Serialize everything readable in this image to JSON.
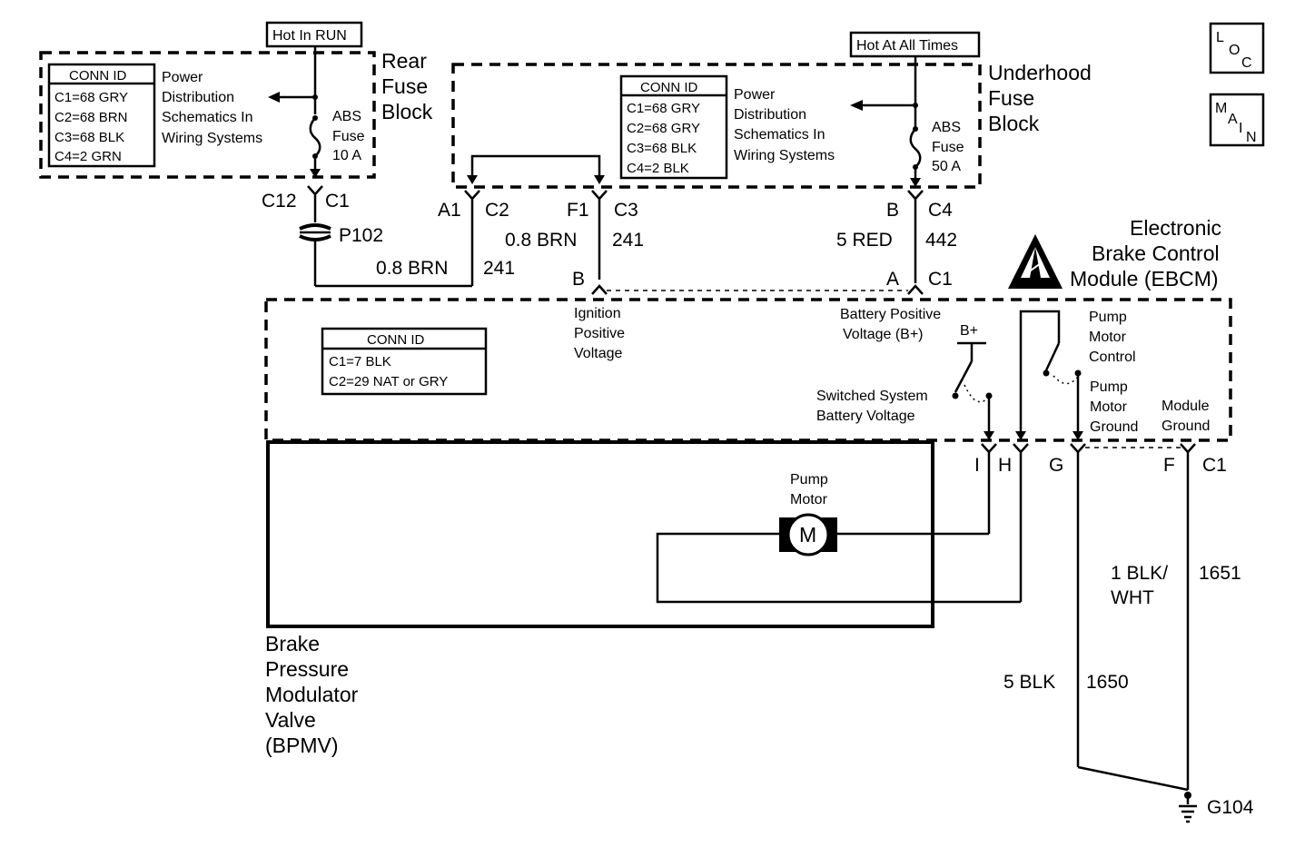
{
  "rear_fuse_block": {
    "hot_label": "Hot In RUN",
    "title_lines": [
      "Rear",
      "Fuse",
      "Block"
    ],
    "conn_id": {
      "title": "CONN ID",
      "rows": [
        "C1=68 GRY",
        "C2=68 BRN",
        "C3=68 BLK",
        "C4=2 GRN"
      ]
    },
    "ref_lines": [
      "Power",
      "Distribution",
      "Schematics In",
      "Wiring Systems"
    ],
    "fuse_lines": [
      "ABS",
      "Fuse",
      "10 A"
    ],
    "connector": {
      "left": "C12",
      "right": "C1"
    },
    "splice": "P102"
  },
  "underhood_fuse_block": {
    "hot_label": "Hot At All Times",
    "title_lines": [
      "Underhood",
      "Fuse",
      "Block"
    ],
    "conn_id": {
      "title": "CONN ID",
      "rows": [
        "C1=68 GRY",
        "C2=68 GRY",
        "C3=68 BLK",
        "C4=2 BLK"
      ]
    },
    "ref_lines": [
      "Power",
      "Distribution",
      "Schematics In",
      "Wiring Systems"
    ],
    "fuse_lines": [
      "ABS",
      "Fuse",
      "50 A"
    ],
    "pins": {
      "a1": "A1",
      "c2": "C2",
      "f1": "F1",
      "c3": "C3",
      "b": "B",
      "c4": "C4"
    }
  },
  "wires": {
    "w241_lower": {
      "size_color": "0.8 BRN",
      "circuit": "241"
    },
    "w241_upper": {
      "size_color": "0.8 BRN",
      "circuit": "241"
    },
    "w442": {
      "size_color": "5 RED",
      "circuit": "442"
    },
    "w1651": {
      "size_color_lines": [
        "1 BLK/",
        "WHT"
      ],
      "circuit": "1651"
    },
    "w1650": {
      "size_color": "5 BLK",
      "circuit": "1650"
    }
  },
  "ebcm": {
    "title_lines": [
      "Electronic",
      "Brake Control",
      "Module (EBCM)"
    ],
    "conn_id": {
      "title": "CONN ID",
      "rows": [
        "C1=7 BLK",
        "C2=29 NAT or GRY"
      ]
    },
    "pin_b": "B",
    "pin_a": "A",
    "pin_a_conn": "C1",
    "ignition_lines": [
      "Ignition",
      "Positive",
      "Voltage"
    ],
    "battery_lines": [
      "Battery Positive",
      "Voltage (B+)"
    ],
    "bplus": "B+",
    "switched_lines": [
      "Switched System",
      "Battery Voltage"
    ],
    "pump_control_lines": [
      "Pump",
      "Motor",
      "Control"
    ],
    "pump_ground_lines": [
      "Pump",
      "Motor",
      "Ground"
    ],
    "module_ground_lines": [
      "Module",
      "Ground"
    ],
    "bottom_pins": {
      "i": "I",
      "h": "H",
      "g": "G",
      "f": "F",
      "conn": "C1"
    }
  },
  "bpmv": {
    "title_lines": [
      "Brake",
      "Pressure",
      "Modulator",
      "Valve",
      "(BPMV)"
    ],
    "pump_lines": [
      "Pump",
      "Motor"
    ],
    "motor_symbol": "M"
  },
  "ground": {
    "label": "G104"
  },
  "nav_icons": {
    "loc": {
      "l": "L",
      "o": "O",
      "c": "C"
    },
    "main": {
      "m": "M",
      "a": "A",
      "i": "I",
      "n": "N"
    }
  }
}
